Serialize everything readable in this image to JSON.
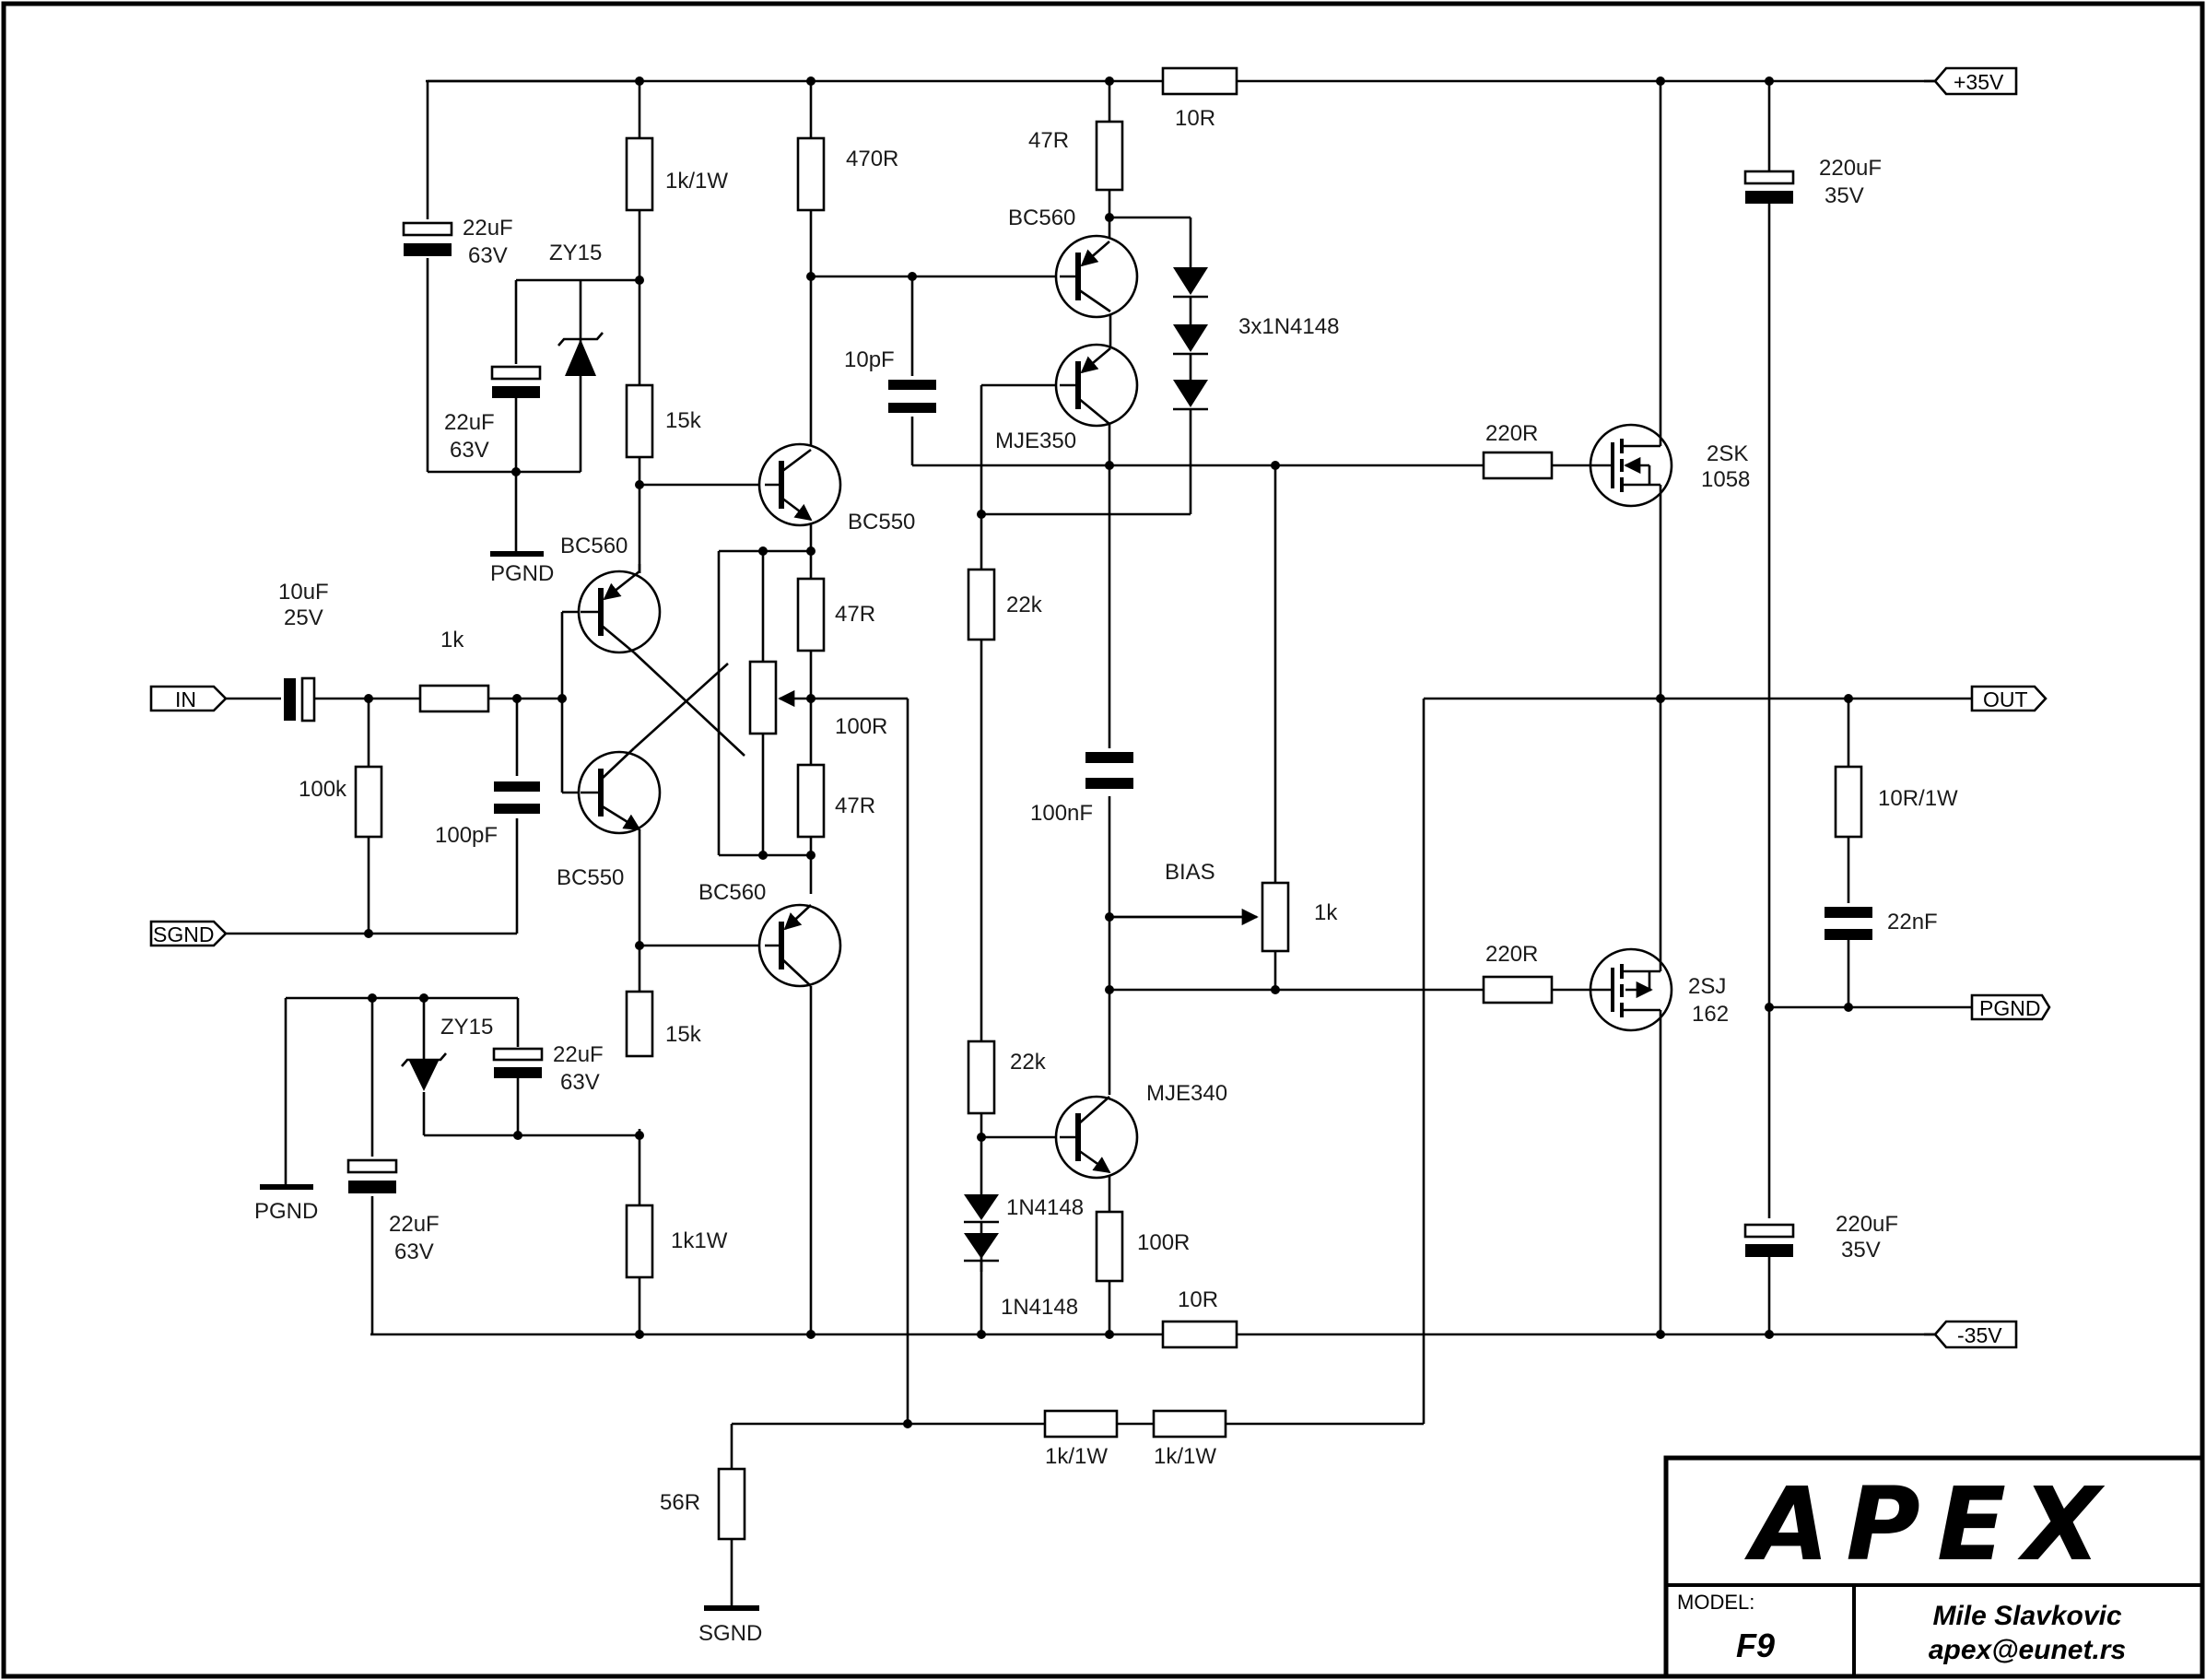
{
  "labels": {
    "r_10r_top": "10R",
    "r_47r_top": "47R",
    "r_1k1w_top": "1k/1W",
    "r_470r": "470R",
    "c_22uf_top": "22uF",
    "c_22uf_top_v": "63V",
    "zy15_top": "ZY15",
    "c_22uf_top2": "22uF",
    "c_22uf_top2_v": "63V",
    "r_15k_top": "15k",
    "pgnd_top": "PGND",
    "q_bc560_top": "BC560",
    "q_bc550_top": "BC550",
    "q_bc560_ltp": "BC560",
    "q_bc550_ltp": "BC550",
    "q_bc560_low": "BC560",
    "q_bc560_vas": "BC560",
    "q_mje350": "MJE350",
    "q_mje340": "MJE340",
    "d_3x1n4148": "3x1N4148",
    "c_10pf": "10pF",
    "r_22k_top": "22k",
    "r_22k_bot": "22k",
    "r_220r_top": "220R",
    "r_220r_bot": "220R",
    "m_2sk_a": "2SK",
    "m_2sk_b": "1058",
    "m_2sj_a": "2SJ",
    "m_2sj_b": "162",
    "c_220uf_top": "220uF",
    "c_220uf_top_v": "35V",
    "c_220uf_bot": "220uF",
    "c_220uf_bot_v": "35V",
    "c_10uf": "10uF",
    "c_10uf_v": "25V",
    "r_1k_in": "1k",
    "r_100k": "100k",
    "c_100pf": "100pF",
    "r_47r_a": "47R",
    "r_100r_pot": "100R",
    "r_47r_b": "47R",
    "c_100nf": "100nF",
    "bias": "BIAS",
    "r_1k_bias": "1k",
    "r_10r1w": "10R/1W",
    "c_22nf": "22nF",
    "zy15_bot": "ZY15",
    "c_22uf_bot2": "22uF",
    "c_22uf_bot2_v": "63V",
    "r_15k_bot": "15k",
    "pgnd_bot": "PGND",
    "c_22uf_bot": "22uF",
    "c_22uf_bot_v": "63V",
    "r_1k1w_bot": "1k1W",
    "d_1n4148_a": "1N4148",
    "d_1n4148_b": "1N4148",
    "r_100r_bot": "100R",
    "r_10r_bot": "10R",
    "r_1k1w_fb1": "1k/1W",
    "r_1k1w_fb2": "1k/1W",
    "r_56r": "56R",
    "sgnd_bot": "SGND"
  },
  "terminals": {
    "p35": "+35V",
    "out": "OUT",
    "pgnd": "PGND",
    "n35": "-35V",
    "in": "IN",
    "sgnd": "SGND"
  },
  "title_block": {
    "logo_text": "APEX",
    "model_label": "MODEL:",
    "model_value": "F9",
    "author": "Mile Slavkovic",
    "email": "apex@eunet.rs"
  }
}
